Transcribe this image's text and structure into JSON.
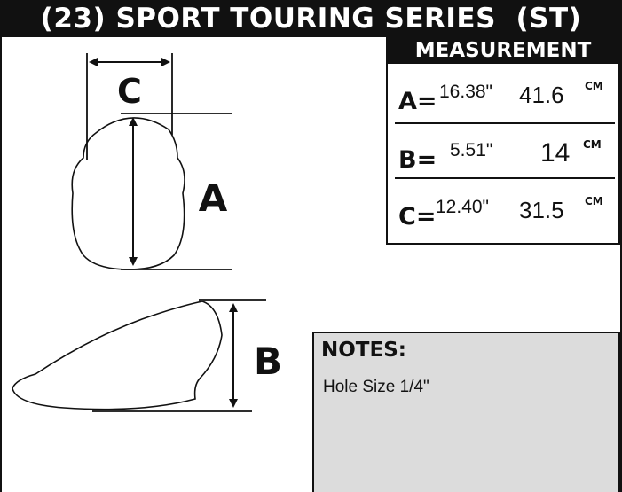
{
  "title": "(23) SPORT TOURING SERIES  (ST)",
  "measurement": {
    "heading": "MEASUREMENT",
    "rows": [
      {
        "label": "A=",
        "inches": "16.38\"",
        "cm": "41.6",
        "unit": "CM"
      },
      {
        "label": "B=",
        "inches": "5.51\"",
        "cm": "14",
        "unit": "CM"
      },
      {
        "label": "C=",
        "inches": "12.40\"",
        "cm": "31.5",
        "unit": "CM"
      }
    ]
  },
  "notes": {
    "heading": "NOTES:",
    "text": "Hole Size 1/4\""
  },
  "diagram": {
    "labels": {
      "a": "A",
      "b": "B",
      "c": "C"
    }
  }
}
